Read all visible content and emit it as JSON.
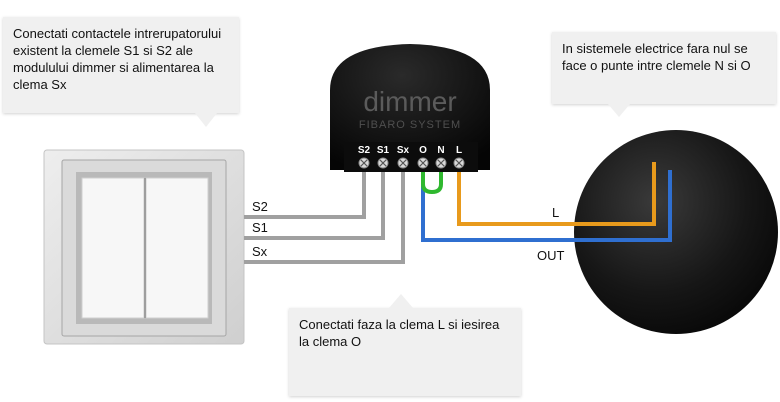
{
  "callouts": {
    "switch": "Conectati contactele intrerupatorului existent la clemele S1 si S2 ale modulului dimmer si alimentarea la clema Sx",
    "neutral": "In sistemele electrice fara nul se face o punte intre clemele N si O",
    "phase": "Conectati faza la clema L si iesirea la clema O"
  },
  "module": {
    "brand": "dimmer",
    "maker": "FIBARO SYSTEM",
    "terminals": [
      "S2",
      "S1",
      "Sx",
      "O",
      "N",
      "L"
    ]
  },
  "wires": {
    "s2": "S2",
    "s1": "S1",
    "sx": "Sx",
    "l": "L",
    "out": "OUT"
  },
  "colors": {
    "wire_gray": "#9a9a9a",
    "wire_orange": "#e89a1c",
    "wire_blue": "#2f6fd0",
    "bridge_green": "#2fb82f",
    "module_body": "#111111",
    "lamp_body": "#141414"
  }
}
